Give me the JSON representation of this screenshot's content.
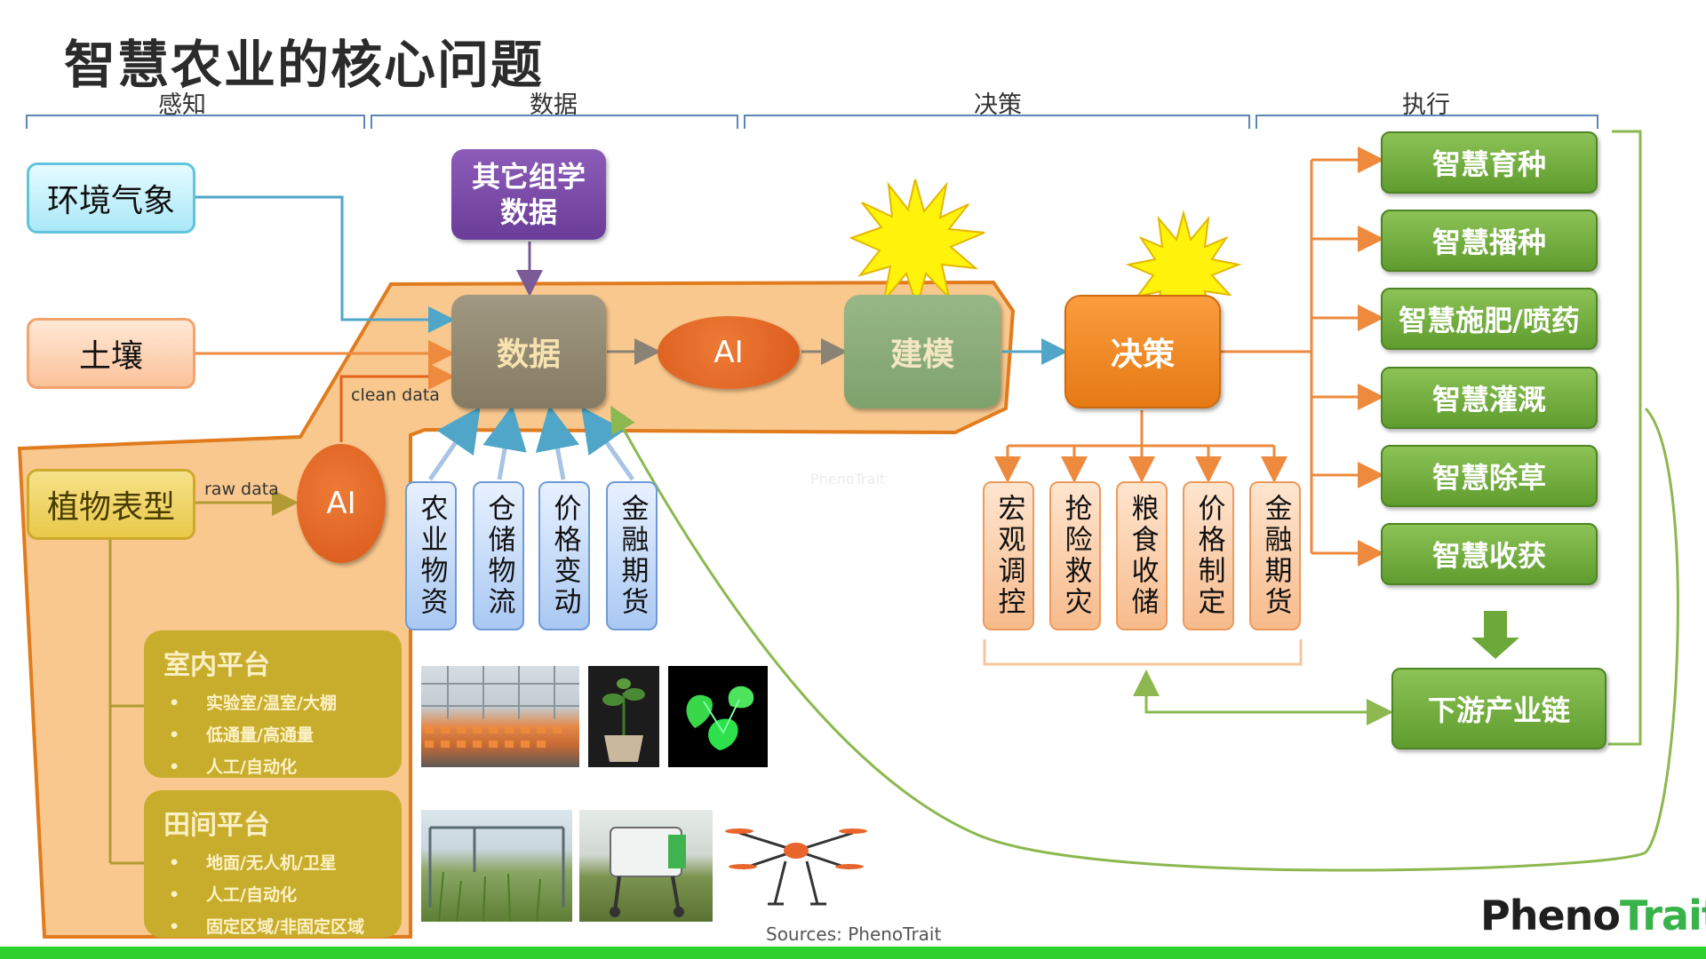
{
  "title": "智慧农业的核心问题",
  "phases": {
    "sense": "感知",
    "data": "数据",
    "decide": "决策",
    "execute": "执行"
  },
  "inputs": {
    "environment": "环境气象",
    "soil": "土壤",
    "phenotype": "植物表型"
  },
  "other_omics": [
    "其它组学",
    "数据"
  ],
  "core": {
    "data": "数据",
    "ai": "AI",
    "model": "建模",
    "decision": "决策"
  },
  "pheno_ai": "AI",
  "flow_labels": {
    "raw": "raw data",
    "clean": "clean data"
  },
  "data_sources": [
    "农业物资",
    "仓储物流",
    "价格变动",
    "金融期货"
  ],
  "decision_outputs": [
    "宏观调控",
    "抢险救灾",
    "粮食收储",
    "价格制定",
    "金融期货"
  ],
  "execution": [
    "智慧育种",
    "智慧播种",
    "智慧施肥/喷药",
    "智慧灌溉",
    "智慧除草",
    "智慧收获"
  ],
  "downstream": "下游产业链",
  "indoor": {
    "title": "室内平台",
    "items": [
      "实验室/温室/大棚",
      "低通量/高通量",
      "人工/自动化"
    ]
  },
  "field": {
    "title": "田间平台",
    "items": [
      "地面/无人机/卫星",
      "人工/自动化",
      "固定区域/非固定区域"
    ]
  },
  "watermark": "PhenoTrait",
  "source": "Sources: PhenoTrait",
  "logo": {
    "left": "Pheno",
    "right": "Trait"
  },
  "colors": {
    "arrow_orange": "#ee8a3e",
    "arrow_green": "#8cb84f",
    "arrow_blue": "#4fa6c8",
    "bottom_bar": "#2fd12f"
  }
}
